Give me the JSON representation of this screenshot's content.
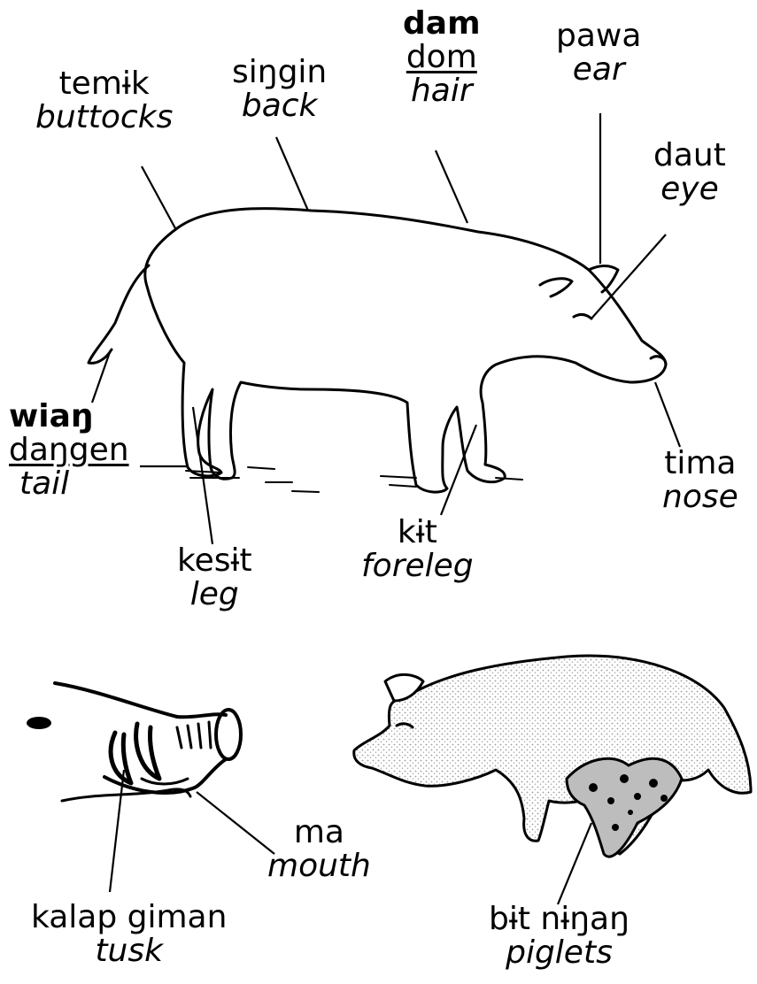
{
  "labels": {
    "buttocks": {
      "word": "temɨk",
      "gloss": "buttocks"
    },
    "back": {
      "word": "siŋgin",
      "gloss": "back"
    },
    "hair": {
      "word_bold": "dam",
      "word_alt": "dom",
      "gloss": "hair"
    },
    "ear": {
      "word": "pawa",
      "gloss": "ear"
    },
    "eye": {
      "word": "daut",
      "gloss": "eye"
    },
    "tail": {
      "word_bold": "wiaŋ",
      "word_alt": "daŋgen",
      "gloss": "tail"
    },
    "nose": {
      "word": "tima",
      "gloss": "nose"
    },
    "foreleg": {
      "word": "kɨt",
      "gloss": "foreleg"
    },
    "leg": {
      "word": "kesɨt",
      "gloss": "leg"
    },
    "mouth": {
      "word": "ma",
      "gloss": "mouth"
    },
    "tusk": {
      "word": "kalap giman",
      "gloss": "tusk"
    },
    "piglets": {
      "word": "bɨt nɨŋaŋ",
      "gloss": "piglets"
    }
  },
  "colors": {
    "ink": "#000000",
    "paper": "#ffffff",
    "stipple": "#9a9a9a"
  }
}
